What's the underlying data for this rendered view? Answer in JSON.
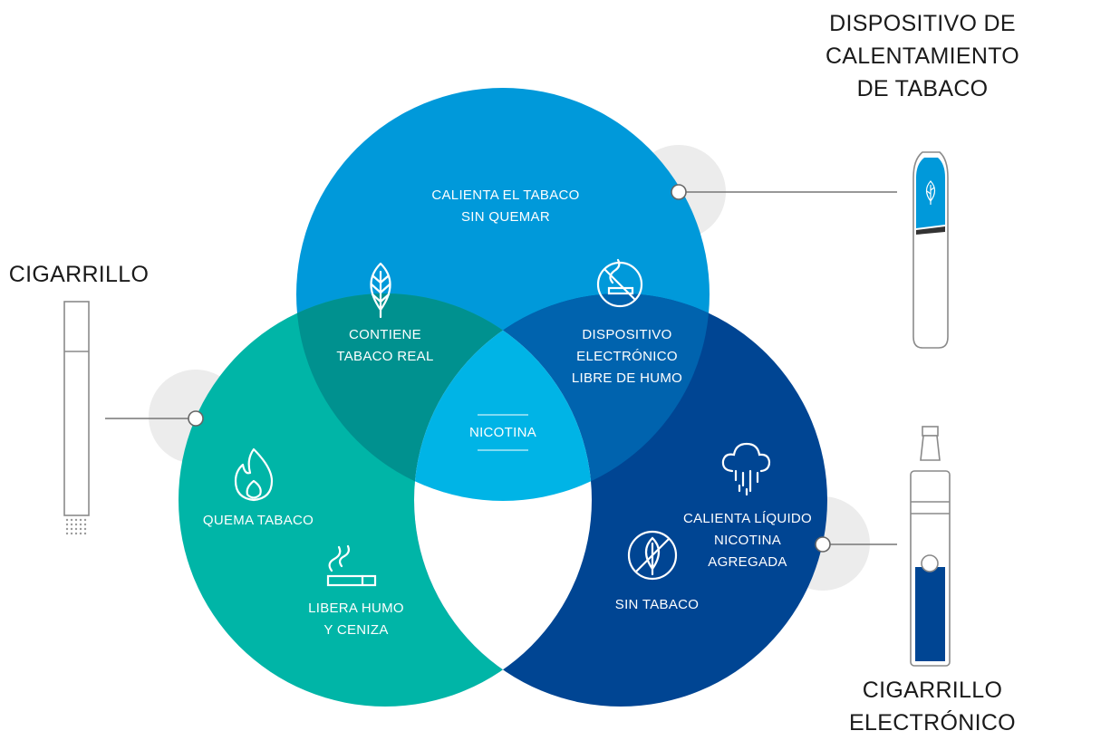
{
  "devices": {
    "heated_tobacco": {
      "lines": [
        "DISPOSITIVO DE",
        "CALENTAMIENTO",
        "DE TABACO"
      ]
    },
    "cigarette": {
      "lines": [
        "CIGARRILLO"
      ]
    },
    "e_cigarette": {
      "lines": [
        "CIGARRILLO",
        "ELECTRÓNICO"
      ]
    }
  },
  "regions": {
    "heats_tobacco": {
      "lines": [
        "CALIENTA EL TABACO",
        "SIN QUEMAR"
      ]
    },
    "contains_tobacco": {
      "lines": [
        "CONTIENE",
        "TABACO REAL"
      ]
    },
    "smoke_free": {
      "lines": [
        "DISPOSITIVO",
        "ELECTRÓNICO",
        "LIBRE DE HUMO"
      ]
    },
    "nicotine": {
      "lines": [
        "NICOTINA"
      ]
    },
    "burns_tobacco": {
      "lines": [
        "QUEMA TABACO"
      ]
    },
    "smoke_ash": {
      "lines": [
        "LIBERA HUMO",
        "Y CENIZA"
      ]
    },
    "heats_liquid": {
      "lines": [
        "CALIENTA LÍQUIDO",
        "NICOTINA",
        "AGREGADA"
      ]
    },
    "no_tobacco": {
      "lines": [
        "SIN TABACO"
      ]
    }
  },
  "icons": {
    "top": [
      "leaf-icon",
      "no-smoking-icon"
    ],
    "left": [
      "flame-icon",
      "cigarette-smoke-icon"
    ],
    "right": [
      "vapor-cloud-icon",
      "no-tobacco-leaf-icon"
    ]
  },
  "colors": {
    "top_circle": "#0099da",
    "left_circle": "#00b5a7",
    "right_circle": "#004593",
    "top_left_overlap": "#00918f",
    "top_right_overlap": "#0063ae",
    "center": "#00b4e6",
    "connector": "#777777",
    "halo": "#ececec"
  }
}
